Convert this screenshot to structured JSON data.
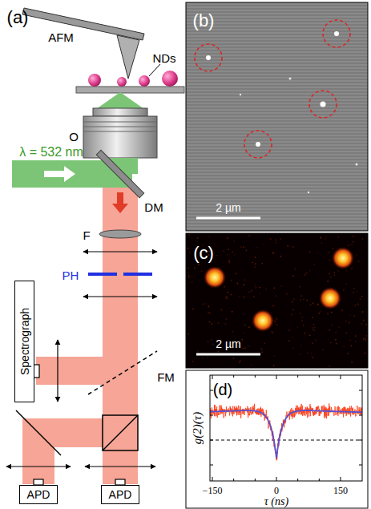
{
  "diagram": {
    "nodes": [
      {
        "text": [
          "Spectrograph"
        ]
      },
      {
        "text": [
          "APD"
        ]
      },
      {
        "text": [
          "APD"
        ]
      }
    ],
    "labels": [
      "(a)",
      "AFM",
      "NDs",
      "O",
      "λ = 532 nm",
      "DM",
      "F",
      "PH",
      "FM",
      "(b)",
      "2 µm",
      "(c)",
      "2 µm",
      "(d)",
      "g(2)(τ)",
      "−150",
      "0",
      "150",
      "τ (ns)"
    ]
  }
}
